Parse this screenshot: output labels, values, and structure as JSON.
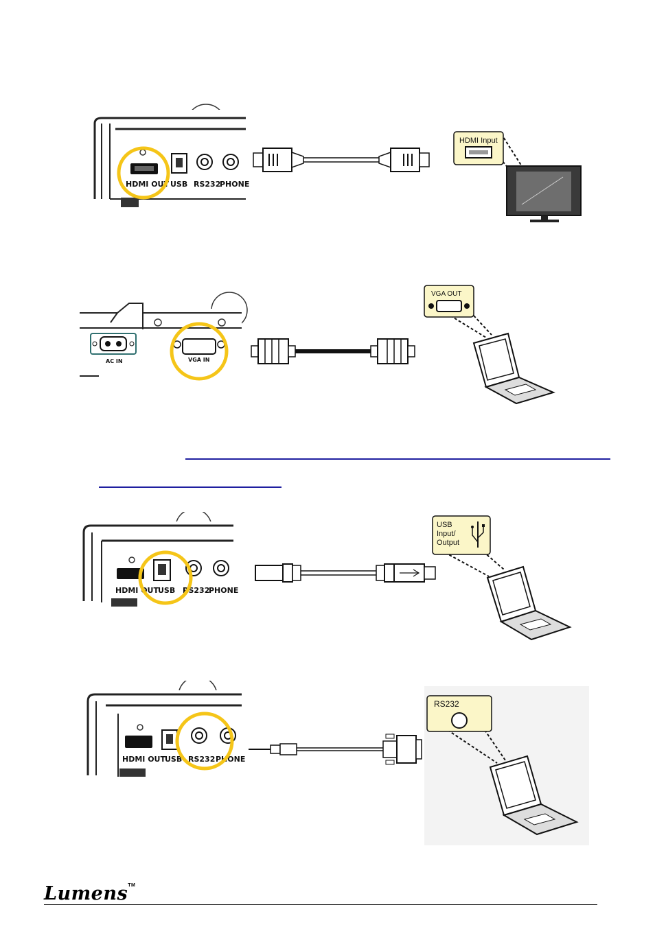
{
  "sections": [
    {
      "id": "hdmi",
      "device_ports": [
        "HDMI OUT",
        "USB",
        "RS232",
        "PHONE"
      ],
      "target_label": "HDMI Input"
    },
    {
      "id": "vga",
      "device_ports": [
        "AC IN",
        "VGA IN"
      ],
      "target_label": "VGA OUT"
    },
    {
      "id": "usb",
      "device_ports": [
        "HDMI OUT",
        "USB",
        "RS232",
        "PHONE"
      ],
      "target_label_lines": [
        "USB",
        "Input/",
        "Output"
      ]
    },
    {
      "id": "rs232",
      "device_ports": [
        "HDMI OUT",
        "USB",
        "RS232",
        "PHONE"
      ],
      "target_label": "RS232"
    }
  ],
  "colors": {
    "highlight": "#f5c518",
    "callout_bg": "#fbf6c8",
    "link": "#1f1fa0"
  },
  "footer": {
    "logo_text": "Lumens",
    "trademark": "TM"
  }
}
